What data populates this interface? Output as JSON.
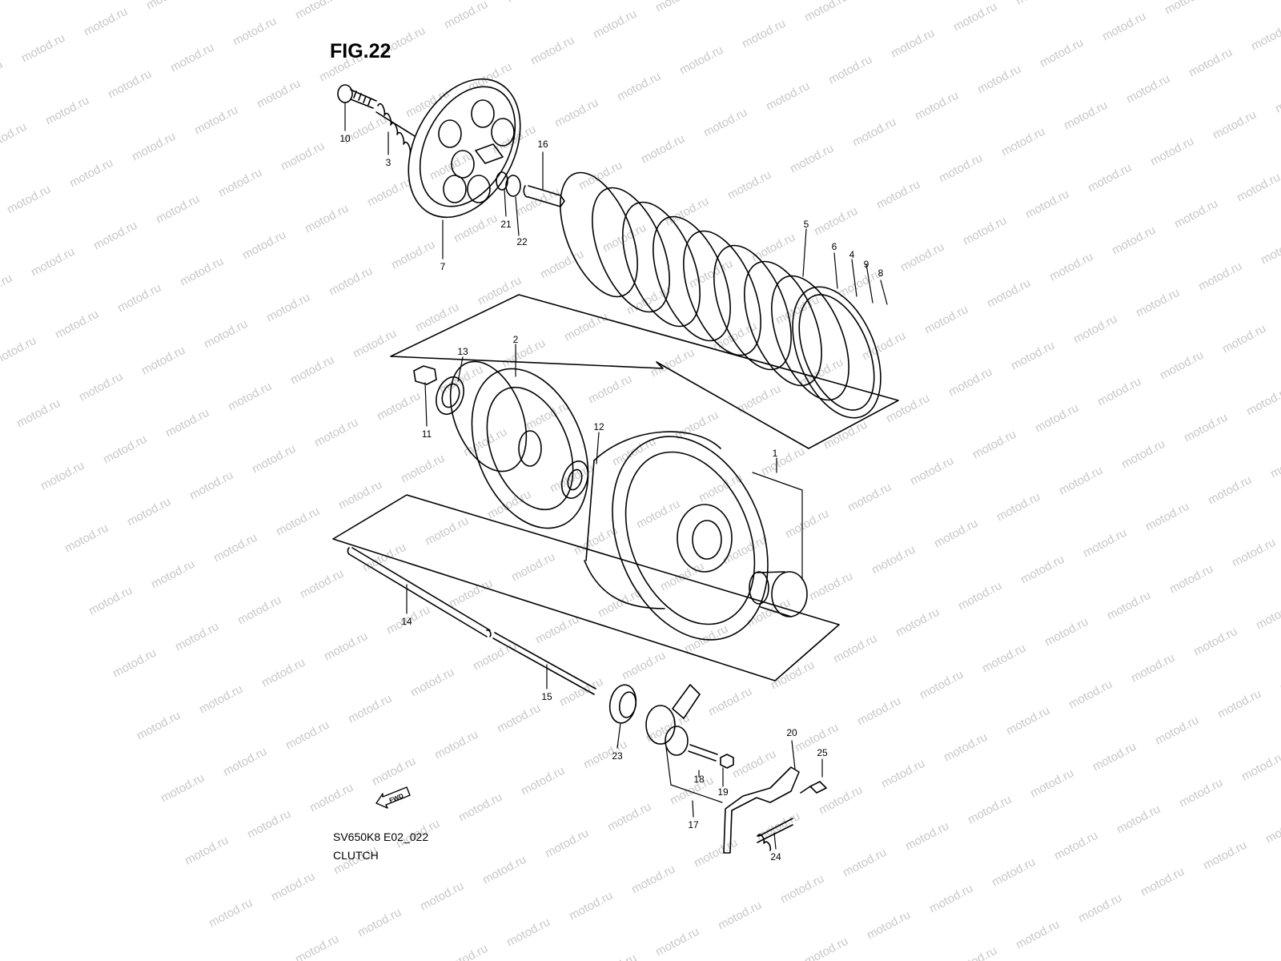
{
  "figure": {
    "title": "FIG.22"
  },
  "watermark": {
    "text": "motod.ru"
  },
  "footer": {
    "code": "SV650K8 E02_022",
    "name": "CLUTCH"
  },
  "fwd_arrow": {
    "label": "FWD"
  },
  "callouts": [
    {
      "id": "c1",
      "label": "1"
    },
    {
      "id": "c2",
      "label": "2"
    },
    {
      "id": "c3",
      "label": "3"
    },
    {
      "id": "c4",
      "label": "4"
    },
    {
      "id": "c5",
      "label": "5"
    },
    {
      "id": "c6",
      "label": "6"
    },
    {
      "id": "c7",
      "label": "7"
    },
    {
      "id": "c8",
      "label": "8"
    },
    {
      "id": "c9",
      "label": "9"
    },
    {
      "id": "c10",
      "label": "10"
    },
    {
      "id": "c11",
      "label": "11"
    },
    {
      "id": "c12",
      "label": "12"
    },
    {
      "id": "c13",
      "label": "13"
    },
    {
      "id": "c14",
      "label": "14"
    },
    {
      "id": "c15",
      "label": "15"
    },
    {
      "id": "c16",
      "label": "16"
    },
    {
      "id": "c17",
      "label": "17"
    },
    {
      "id": "c18",
      "label": "18"
    },
    {
      "id": "c19",
      "label": "19"
    },
    {
      "id": "c20",
      "label": "20"
    },
    {
      "id": "c21",
      "label": "21"
    },
    {
      "id": "c22",
      "label": "22"
    },
    {
      "id": "c23",
      "label": "23"
    },
    {
      "id": "c24",
      "label": "24"
    },
    {
      "id": "c25",
      "label": "25"
    }
  ],
  "colors": {
    "line": "#000000",
    "watermark": "#c8c8c8",
    "background": "#ffffff"
  }
}
